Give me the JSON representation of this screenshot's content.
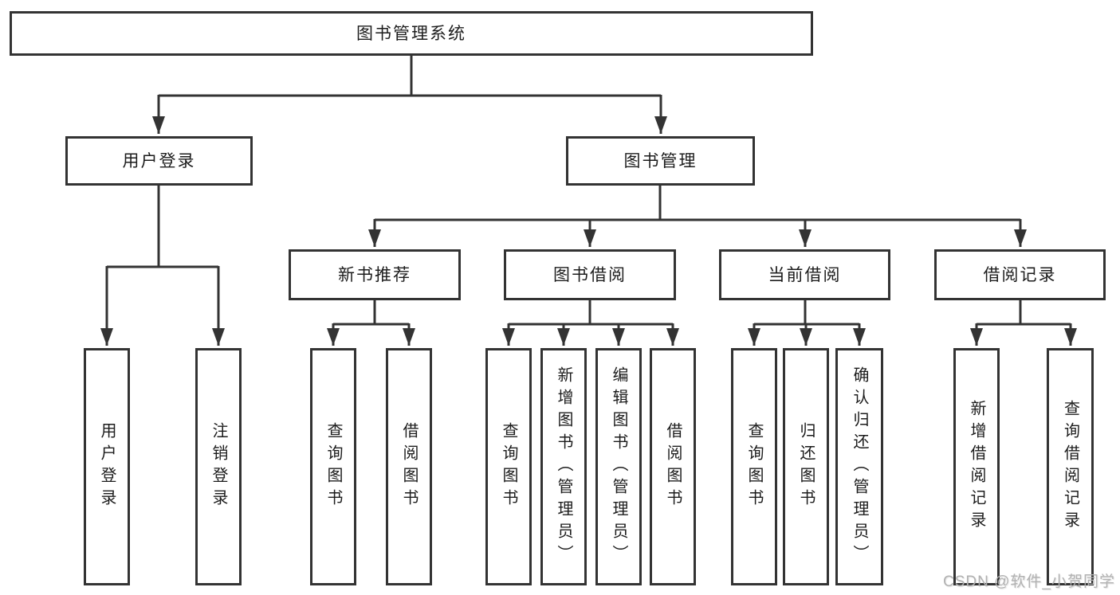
{
  "tree": {
    "label": "图书管理系统",
    "children": [
      {
        "label": "用户登录",
        "children": [
          {
            "label": "用户登录"
          },
          {
            "label": "注销登录"
          }
        ]
      },
      {
        "label": "图书管理",
        "children": [
          {
            "label": "新书推荐",
            "children": [
              {
                "label": "查询图书"
              },
              {
                "label": "借阅图书"
              }
            ]
          },
          {
            "label": "图书借阅",
            "children": [
              {
                "label": "查询图书"
              },
              {
                "label": "新增图书（管理员）"
              },
              {
                "label": "编辑图书（管理员）"
              },
              {
                "label": "借阅图书"
              }
            ]
          },
          {
            "label": "当前借阅",
            "children": [
              {
                "label": "查询图书"
              },
              {
                "label": "归还图书"
              },
              {
                "label": "确认归还（管理员）"
              }
            ]
          },
          {
            "label": "借阅记录",
            "children": [
              {
                "label": "新增借阅记录"
              },
              {
                "label": "查询借阅记录"
              }
            ]
          }
        ]
      }
    ]
  },
  "watermark": "CSDN @软件_小贺同学",
  "colors": {
    "line": "#333333",
    "box_border": "#333333",
    "box_fill": "#ffffff",
    "text": "#1c1c1c",
    "watermark": "#b2b2b2"
  }
}
